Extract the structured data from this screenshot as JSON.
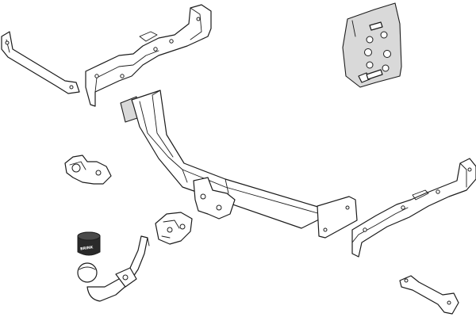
{
  "diagram": {
    "parts": [
      {
        "id": "side-strut-left",
        "name": "side-strut-left"
      },
      {
        "id": "mounting-bracket-left",
        "name": "mounting-bracket-left"
      },
      {
        "id": "fixing-kit-bag",
        "name": "fixing-kit-bag"
      },
      {
        "id": "crossbar",
        "name": "main-crossbar"
      },
      {
        "id": "mounting-bracket-right",
        "name": "mounting-bracket-right"
      },
      {
        "id": "side-strut-right",
        "name": "side-strut-right"
      },
      {
        "id": "socket-plate",
        "name": "socket-plate"
      },
      {
        "id": "ball-clamp",
        "name": "ball-clamp"
      },
      {
        "id": "electrical-socket",
        "name": "electrical-socket"
      },
      {
        "id": "tow-ball",
        "name": "detachable-tow-ball"
      }
    ],
    "socket_brand": "BRINK",
    "colors": {
      "line": "#1c1c1c",
      "background": "#ffffff",
      "fill_light": "#d9d9d9",
      "fill_dark": "#2a2a2a"
    }
  }
}
